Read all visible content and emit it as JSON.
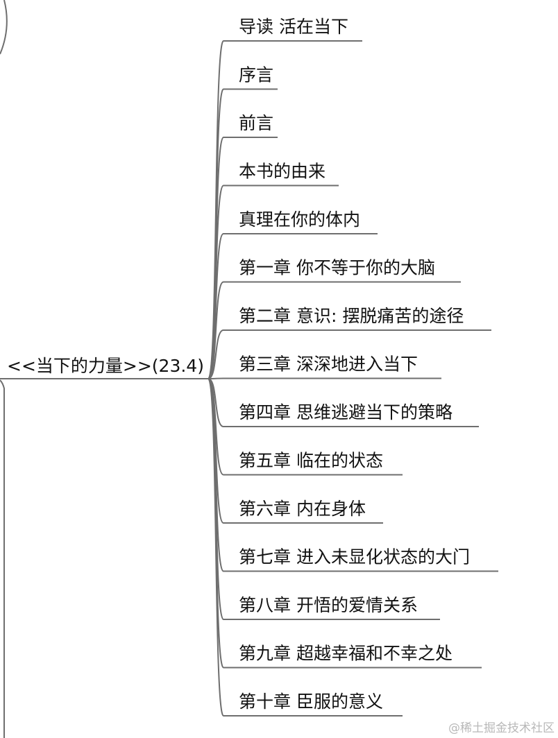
{
  "root": {
    "label": "<<当下的力量>>(23.4)"
  },
  "children": [
    {
      "label": "导读 活在当下"
    },
    {
      "label": "序言"
    },
    {
      "label": "前言"
    },
    {
      "label": "本书的由来"
    },
    {
      "label": "真理在你的体内"
    },
    {
      "label": "第一章 你不等于你的大脑"
    },
    {
      "label": "第二章 意识: 摆脱痛苦的途径"
    },
    {
      "label": "第三章 深深地进入当下"
    },
    {
      "label": "第四章 思维逃避当下的策略"
    },
    {
      "label": "第五章 临在的状态"
    },
    {
      "label": "第六章 内在身体"
    },
    {
      "label": "第七章 进入未显化状态的大门"
    },
    {
      "label": "第八章 开悟的爱情关系"
    },
    {
      "label": "第九章 超越幸福和不幸之处"
    },
    {
      "label": "第十章 臣服的意义"
    }
  ],
  "watermark": "@稀土掘金技术社区",
  "colors": {
    "line": "#6e6e6e",
    "text": "#111111",
    "watermark": "#b8b8b8"
  }
}
